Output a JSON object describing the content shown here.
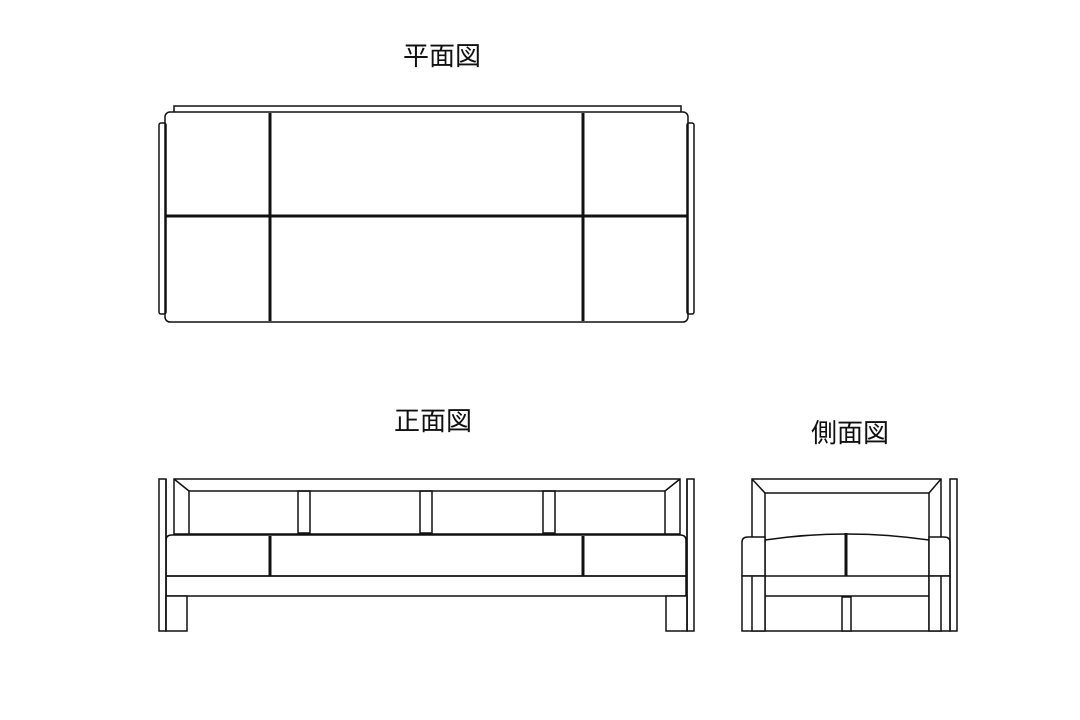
{
  "views": {
    "plan": {
      "title": "平面図"
    },
    "front": {
      "title": "正面図"
    },
    "side": {
      "title": "側面図"
    }
  },
  "colors": {
    "line": "#111111",
    "background": "#ffffff"
  }
}
